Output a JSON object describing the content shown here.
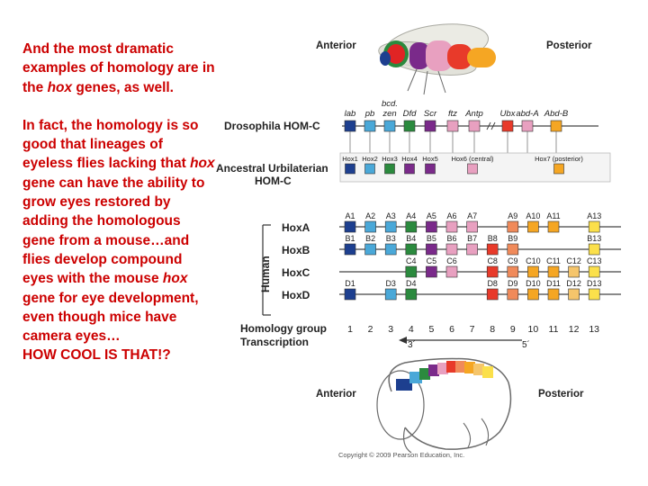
{
  "text_panel": {
    "para1": {
      "pre": "And the most dramatic examples of homology are in the ",
      "em": "hox",
      "post": " genes, as well."
    },
    "para2": {
      "pre": "In fact, the homology is so good that lineages of eyeless flies lacking that ",
      "em": "hox",
      "mid": " gene can have the ability to grow eyes restored by adding the homologous gene from a mouse…and flies develop compound eyes with the mouse ",
      "em2": "hox",
      "post": " gene for eye development, even though mice have camera eyes…",
      "last": "HOW COOL IS THAT!?"
    }
  },
  "fly": {
    "anterior": "Anterior",
    "posterior": "Posterior"
  },
  "drosophila": {
    "label": "Drosophila HOM-C",
    "genes": [
      {
        "name": "lab",
        "color": "#1d3f8f"
      },
      {
        "name": "pb",
        "color": "#4aa8d8"
      },
      {
        "name": "zen",
        "sup": "bcd.",
        "color": "#4aa8d8"
      },
      {
        "name": "Dfd",
        "color": "#2b8a3e"
      },
      {
        "name": "Scr",
        "color": "#7a2a8a"
      },
      {
        "name": "ftz",
        "color": "#e8a0c0"
      },
      {
        "name": "Antp",
        "color": "#e8a0c0"
      },
      {
        "name": "Ubx",
        "color": "#e83a2a"
      },
      {
        "name": "abd-A",
        "color": "#e8a0c0"
      },
      {
        "name": "Abd-B",
        "color": "#f5a623"
      }
    ]
  },
  "ancestral": {
    "label1": "Ancestral Urbilaterian",
    "label2": "HOM-C",
    "genes": [
      "Hox1",
      "Hox2",
      "Hox3",
      "Hox4",
      "Hox5",
      "Hox6 (central)",
      "Hox7 (posterior)"
    ]
  },
  "human": {
    "label": "Human",
    "clusters": [
      {
        "name": "HoxA",
        "genes": [
          {
            "g": "A1",
            "c": 1
          },
          {
            "g": "A2",
            "c": 2
          },
          {
            "g": "A3",
            "c": 3
          },
          {
            "g": "A4",
            "c": 4
          },
          {
            "g": "A5",
            "c": 5
          },
          {
            "g": "A6",
            "c": 6
          },
          {
            "g": "A7",
            "c": 7
          },
          {
            "g": "A9",
            "c": 9
          },
          {
            "g": "A10",
            "c": 10
          },
          {
            "g": "A11",
            "c": 11
          },
          {
            "g": "A13",
            "c": 13
          }
        ]
      },
      {
        "name": "HoxB",
        "genes": [
          {
            "g": "B1",
            "c": 1
          },
          {
            "g": "B2",
            "c": 2
          },
          {
            "g": "B3",
            "c": 3
          },
          {
            "g": "B4",
            "c": 4
          },
          {
            "g": "B5",
            "c": 5
          },
          {
            "g": "B6",
            "c": 6
          },
          {
            "g": "B7",
            "c": 7
          },
          {
            "g": "B8",
            "c": 8
          },
          {
            "g": "B9",
            "c": 9
          },
          {
            "g": "B13",
            "c": 13
          }
        ]
      },
      {
        "name": "HoxC",
        "genes": [
          {
            "g": "C4",
            "c": 4
          },
          {
            "g": "C5",
            "c": 5
          },
          {
            "g": "C6",
            "c": 6
          },
          {
            "g": "C8",
            "c": 8
          },
          {
            "g": "C9",
            "c": 9
          },
          {
            "g": "C10",
            "c": 10
          },
          {
            "g": "C11",
            "c": 11
          },
          {
            "g": "C12",
            "c": 12
          },
          {
            "g": "C13",
            "c": 13
          }
        ]
      },
      {
        "name": "HoxD",
        "genes": [
          {
            "g": "D1",
            "c": 1
          },
          {
            "g": "D3",
            "c": 3
          },
          {
            "g": "D4",
            "c": 4
          },
          {
            "g": "D8",
            "c": 8
          },
          {
            "g": "D9",
            "c": 9
          },
          {
            "g": "D10",
            "c": 10
          },
          {
            "g": "D11",
            "c": 11
          },
          {
            "g": "D12",
            "c": 12
          },
          {
            "g": "D13",
            "c": 13
          }
        ]
      }
    ]
  },
  "group_colors": [
    "#1d3f8f",
    "#4aa8d8",
    "#4aa8d8",
    "#2b8a3e",
    "#7a2a8a",
    "#e8a0c0",
    "#e8a0c0",
    "#e83a2a",
    "#f08a5a",
    "#f5a623",
    "#f5a623",
    "#f5c56b",
    "#fbe04b"
  ],
  "homology": {
    "label": "Homology group",
    "numbers": [
      "1",
      "2",
      "3",
      "4",
      "5",
      "6",
      "7",
      "8",
      "9",
      "10",
      "11",
      "12",
      "13"
    ]
  },
  "transcription": {
    "label": "Transcription",
    "left": "3´",
    "right": "5´"
  },
  "embryo": {
    "anterior": "Anterior",
    "posterior": "Posterior"
  },
  "copyright": "Copyright © 2009 Pearson Education, Inc."
}
